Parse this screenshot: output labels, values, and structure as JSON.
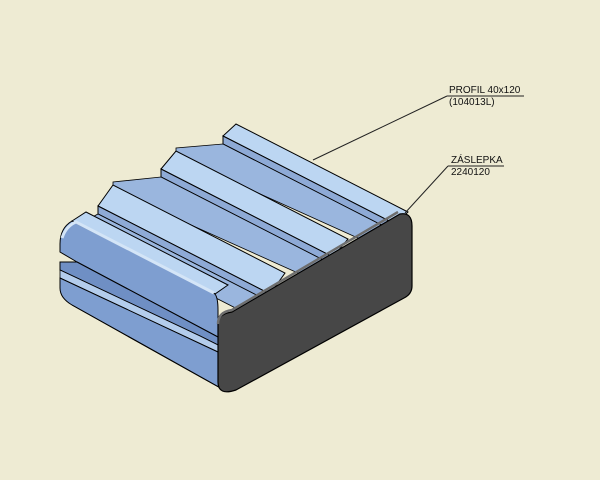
{
  "callouts": {
    "profile": {
      "name": "PROFIL 40x120",
      "code": "(104013L)"
    },
    "end_cap": {
      "name": "ZÁSLEPKA",
      "code": "2240120"
    }
  },
  "colors": {
    "background": "#eeebd3",
    "profile_top": "#bcd6f2",
    "profile_front": "#7e9ed0",
    "slot_floor": "#8eaad6",
    "end_cap": "#474747",
    "end_cap_edge": "#6e6e6e",
    "outline": "#000000",
    "leader": "#222222"
  }
}
